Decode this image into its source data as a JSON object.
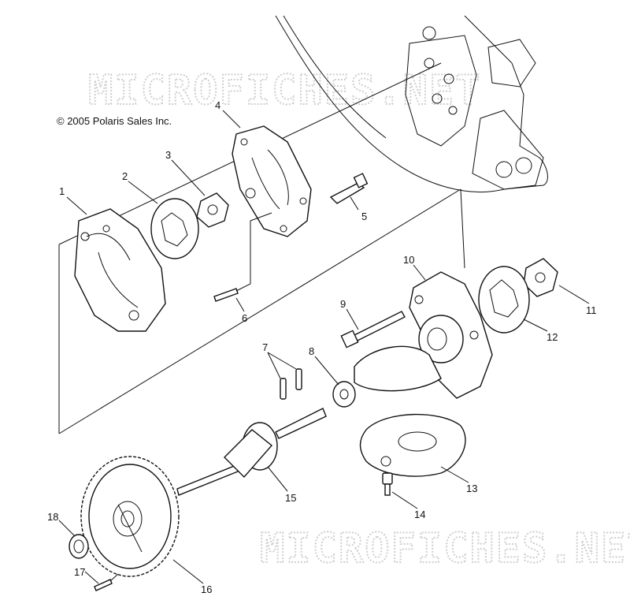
{
  "copyright": "© 2005 Polaris Sales Inc.",
  "watermark_top": "MICROFICHES.NET",
  "watermark_bottom": "MICROFICHES.NET",
  "callouts": [
    "1",
    "2",
    "3",
    "4",
    "5",
    "6",
    "7",
    "8",
    "9",
    "10",
    "11",
    "12",
    "13",
    "14",
    "15",
    "16",
    "17",
    "18"
  ]
}
